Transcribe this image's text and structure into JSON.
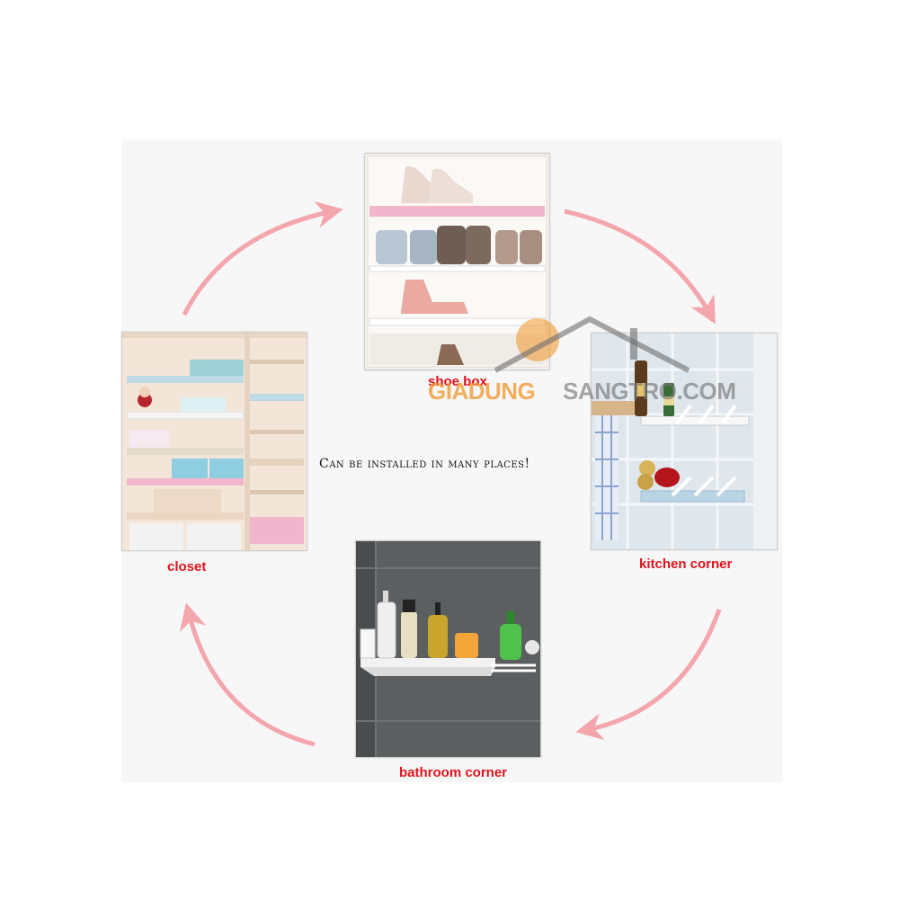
{
  "center_text": "Can be installed in many places!",
  "captions": {
    "shoe_box": "shoe box",
    "kitchen_corner": "kitchen corner",
    "bathroom_corner": "bathroom corner",
    "closet": "closet"
  },
  "watermark": {
    "part1": "GIADUNG",
    "part2": "SANGTRO.COM"
  },
  "colors": {
    "caption": "#e0121b",
    "arrow": "#f4a6ad",
    "watermark_orange": "#f0962a",
    "watermark_gray": "#7a7a7a"
  }
}
